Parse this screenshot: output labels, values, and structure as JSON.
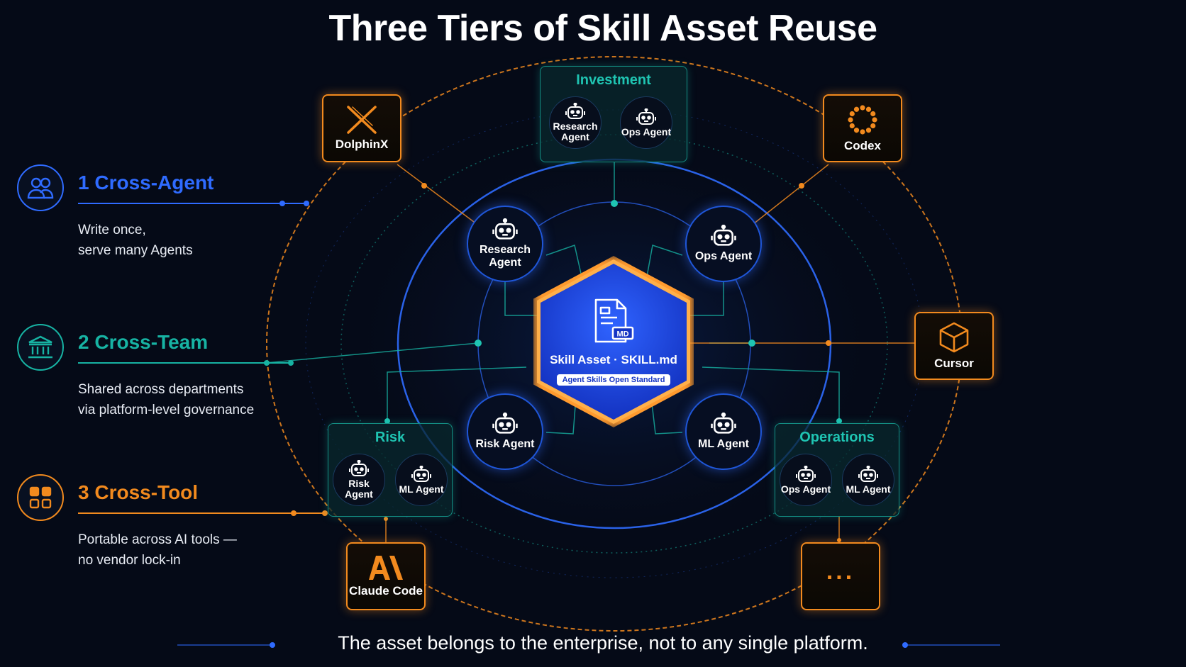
{
  "title": "Three Tiers of Skill Asset Reuse",
  "footer": "The asset belongs to the enterprise, not to any single platform.",
  "colors": {
    "blue": "#2f6bff",
    "teal": "#17b3a3",
    "orange": "#f28a1e",
    "background": "#050a17"
  },
  "tiers": [
    {
      "heading": "1  Cross-Agent",
      "lines": [
        "Write once,",
        "serve many Agents"
      ],
      "icon": "users-icon"
    },
    {
      "heading": "2  Cross-Team",
      "lines": [
        "Shared across departments",
        "via platform-level governance"
      ],
      "icon": "bank-icon"
    },
    {
      "heading": "3  Cross-Tool",
      "lines": [
        "Portable across AI tools —",
        "no vendor lock-in"
      ],
      "icon": "apps-grid-icon"
    }
  ],
  "core": {
    "label": "Skill Asset · SKILL.md",
    "badge": "Agent Skills Open Standard",
    "icon": "markdown-file-icon"
  },
  "agents": {
    "research": "Research Agent",
    "ops": "Ops Agent",
    "risk": "Risk Agent",
    "ml": "ML Agent"
  },
  "teams": {
    "investment": {
      "name": "Investment",
      "members": [
        "Research Agent",
        "Ops Agent"
      ]
    },
    "risk": {
      "name": "Risk",
      "members": [
        "Risk Agent",
        "ML Agent"
      ]
    },
    "operations": {
      "name": "Operations",
      "members": [
        "Ops Agent",
        "ML Agent"
      ]
    }
  },
  "tools": {
    "dolphinx": "DolphinX",
    "codex": "Codex",
    "cursor": "Cursor",
    "claude": "Claude Code",
    "more": "..."
  }
}
